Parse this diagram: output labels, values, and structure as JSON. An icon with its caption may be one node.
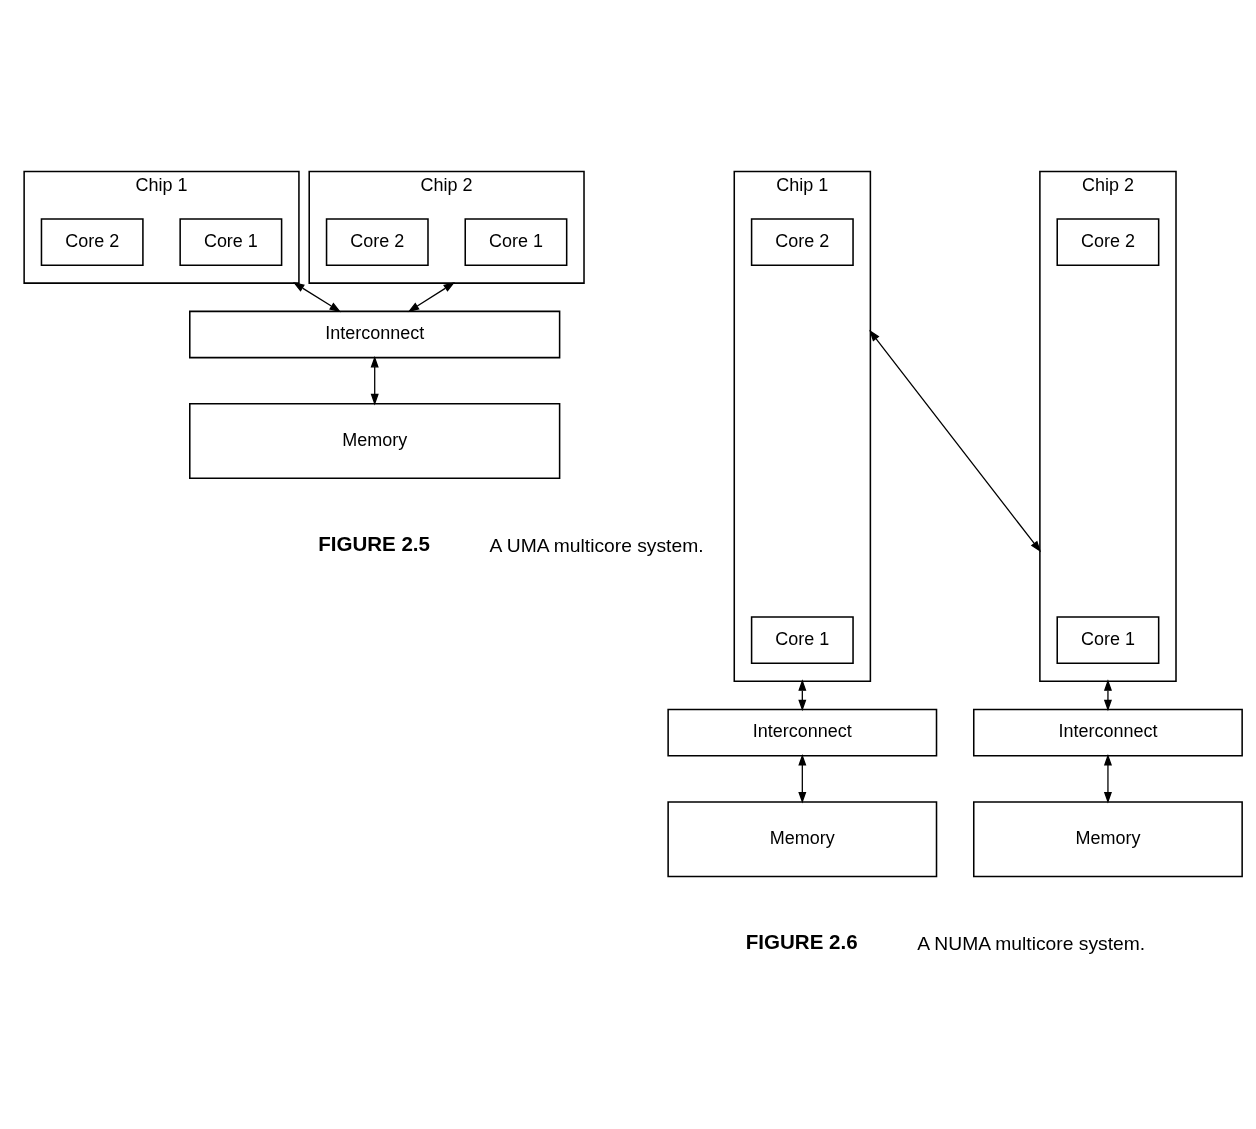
{
  "diagram": {
    "nodes": [
      {
        "text": [
          "Chip 1"
        ]
      },
      {
        "text": [
          "Core 1"
        ],
        "in": 0
      },
      {
        "text": [
          "Core 2"
        ],
        "in": 0
      },
      {
        "text": [
          "Chip 2"
        ]
      },
      {
        "text": [
          "Core 1"
        ],
        "in": 3
      },
      {
        "text": [
          "Core 2"
        ],
        "in": 3
      },
      {
        "text": [
          "Interconnect"
        ]
      },
      {
        "text": [
          "Memory"
        ]
      },
      {
        "text": [
          "Chip 1"
        ]
      },
      {
        "text": [
          "Core 1"
        ],
        "in": 8
      },
      {
        "text": [
          "Core 2"
        ],
        "in": 8
      },
      {
        "text": [
          "Chip 2"
        ]
      },
      {
        "text": [
          "Core 1"
        ],
        "in": 11
      },
      {
        "text": [
          "Core 2"
        ],
        "in": 11
      },
      {
        "text": [
          "Interconnect"
        ]
      },
      {
        "text": [
          "Interconnect"
        ]
      },
      {
        "text": [
          "Memory"
        ]
      },
      {
        "text": [
          "Memory"
        ]
      }
    ],
    "edges": [
      {
        "from": 0,
        "to": 6,
        "arrow": "both"
      },
      {
        "from": 3,
        "to": 6,
        "arrow": "both"
      },
      {
        "from": 6,
        "to": 7,
        "arrow": "both"
      },
      {
        "from": 8,
        "to": 11,
        "arrow": "both"
      },
      {
        "from": 8,
        "to": 14,
        "arrow": "both"
      },
      {
        "from": 14,
        "to": 16,
        "arrow": "both"
      },
      {
        "from": 11,
        "to": 15,
        "arrow": "both"
      },
      {
        "from": 15,
        "to": 17,
        "arrow": "both"
      }
    ],
    "labels": [
      "FIGURE 2.5",
      "A UMA multicore system.",
      "FIGURE 2.6",
      "A NUMA multicore system."
    ]
  }
}
